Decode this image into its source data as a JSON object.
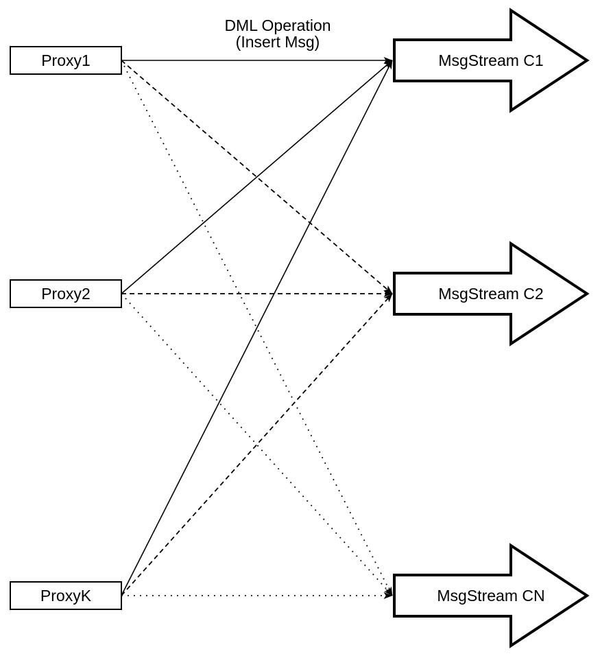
{
  "title": {
    "line1": "DML Operation",
    "line2": "(Insert Msg)"
  },
  "nodes": {
    "proxies": [
      {
        "id": "proxy1",
        "label": "Proxy1"
      },
      {
        "id": "proxy2",
        "label": "Proxy2"
      },
      {
        "id": "proxyK",
        "label": "ProxyK"
      }
    ],
    "streams": [
      {
        "id": "c1",
        "label": "MsgStream C1"
      },
      {
        "id": "c2",
        "label": "MsgStream C2"
      },
      {
        "id": "cn",
        "label": "MsgStream CN"
      }
    ]
  },
  "edges": [
    {
      "from": "proxy1",
      "to": "c1",
      "style": "solid"
    },
    {
      "from": "proxy2",
      "to": "c1",
      "style": "solid"
    },
    {
      "from": "proxyK",
      "to": "c1",
      "style": "solid"
    },
    {
      "from": "proxy1",
      "to": "c2",
      "style": "dashed"
    },
    {
      "from": "proxy2",
      "to": "c2",
      "style": "dashed"
    },
    {
      "from": "proxyK",
      "to": "c2",
      "style": "dashed"
    },
    {
      "from": "proxy1",
      "to": "cn",
      "style": "dotted"
    },
    {
      "from": "proxy2",
      "to": "cn",
      "style": "dotted"
    },
    {
      "from": "proxyK",
      "to": "cn",
      "style": "dotted"
    }
  ],
  "colors": {
    "stroke": "#000000",
    "node_fill": "#ffffff",
    "background": "#ffffff",
    "text": "#000000"
  }
}
